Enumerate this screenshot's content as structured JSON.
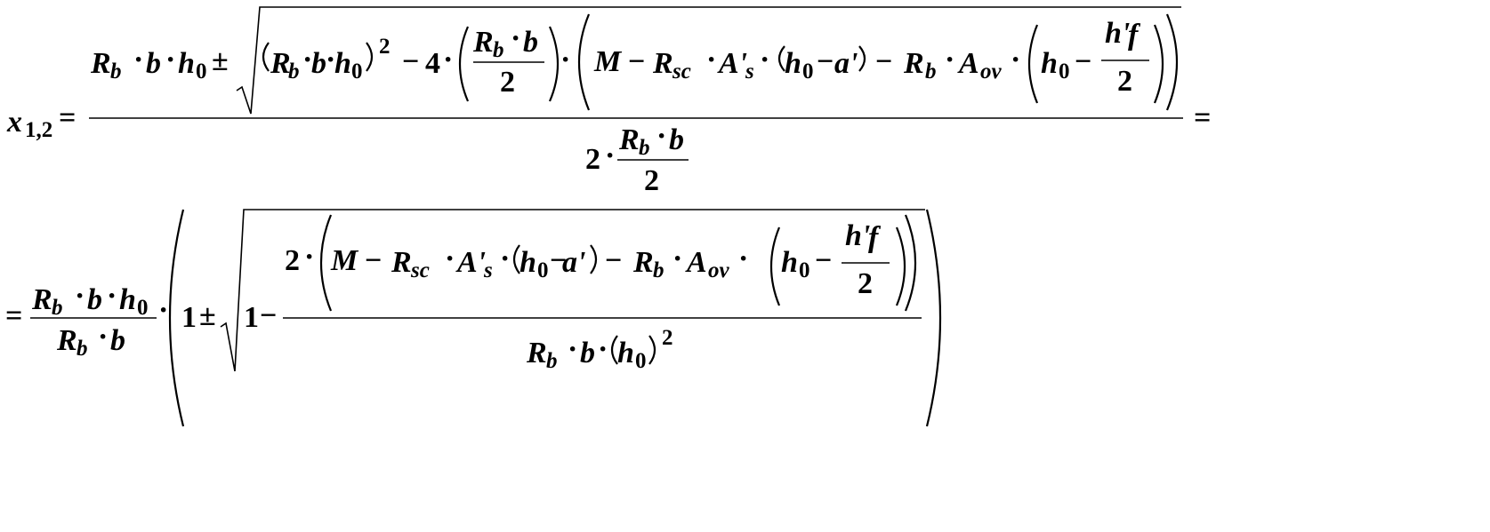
{
  "document": {
    "equation_1": {
      "lhs": {
        "var": "x",
        "sub": "1,2"
      },
      "equals": "=",
      "trailing_equals": "=",
      "numerator": {
        "lead": {
          "R": "R",
          "b_sub": "b",
          "dot": "·",
          "b": "b",
          "h": "h",
          "zero": "0"
        },
        "pm": "±",
        "radicand": {
          "term1": {
            "R": "R",
            "b_sub": "b",
            "b": "b",
            "h": "h",
            "zero": "0",
            "sq": "2"
          },
          "minus": "−",
          "four": "4",
          "half": {
            "num_R": "R",
            "num_b_sub": "b",
            "num_b": "b",
            "den": "2"
          },
          "bracket": {
            "M": "M",
            "minus": "−",
            "Rsc": {
              "R": "R",
              "sub": "sc"
            },
            "As": {
              "A": "A'",
              "sub": "s"
            },
            "h0": {
              "h": "h",
              "zero": "0"
            },
            "aprime": "a'",
            "Rb": {
              "R": "R",
              "sub": "b"
            },
            "Aov": {
              "A": "A",
              "sub": "ov"
            },
            "hf": {
              "num": "h'",
              "f": "f",
              "den": "2"
            }
          }
        }
      },
      "denominator": {
        "two": "2",
        "R": "R",
        "b_sub": "b",
        "b": "b",
        "den": "2"
      }
    },
    "equation_2": {
      "equals": "=",
      "frac": {
        "num_R": "R",
        "num_b_sub": "b",
        "num_b": "b",
        "num_h": "h",
        "num_zero": "0",
        "den_R": "R",
        "den_b_sub": "b",
        "den_b": "b"
      },
      "one": "1",
      "pm": "±",
      "one_inner": "1",
      "minus": "−",
      "inner_num": {
        "two": "2",
        "M": "M",
        "minus": "−",
        "Rsc": {
          "R": "R",
          "sub": "sc"
        },
        "As": {
          "A": "A'",
          "sub": "s"
        },
        "h0": {
          "h": "h",
          "zero": "0"
        },
        "aprime": "a'",
        "Rb": {
          "R": "R",
          "sub": "b"
        },
        "Aov": {
          "A": "A",
          "sub": "ov"
        },
        "hf": {
          "num": "h'",
          "f": "f",
          "den": "2"
        }
      },
      "inner_den": {
        "R": "R",
        "b_sub": "b",
        "b": "b",
        "h": "h",
        "zero": "0",
        "sq": "2"
      }
    }
  }
}
